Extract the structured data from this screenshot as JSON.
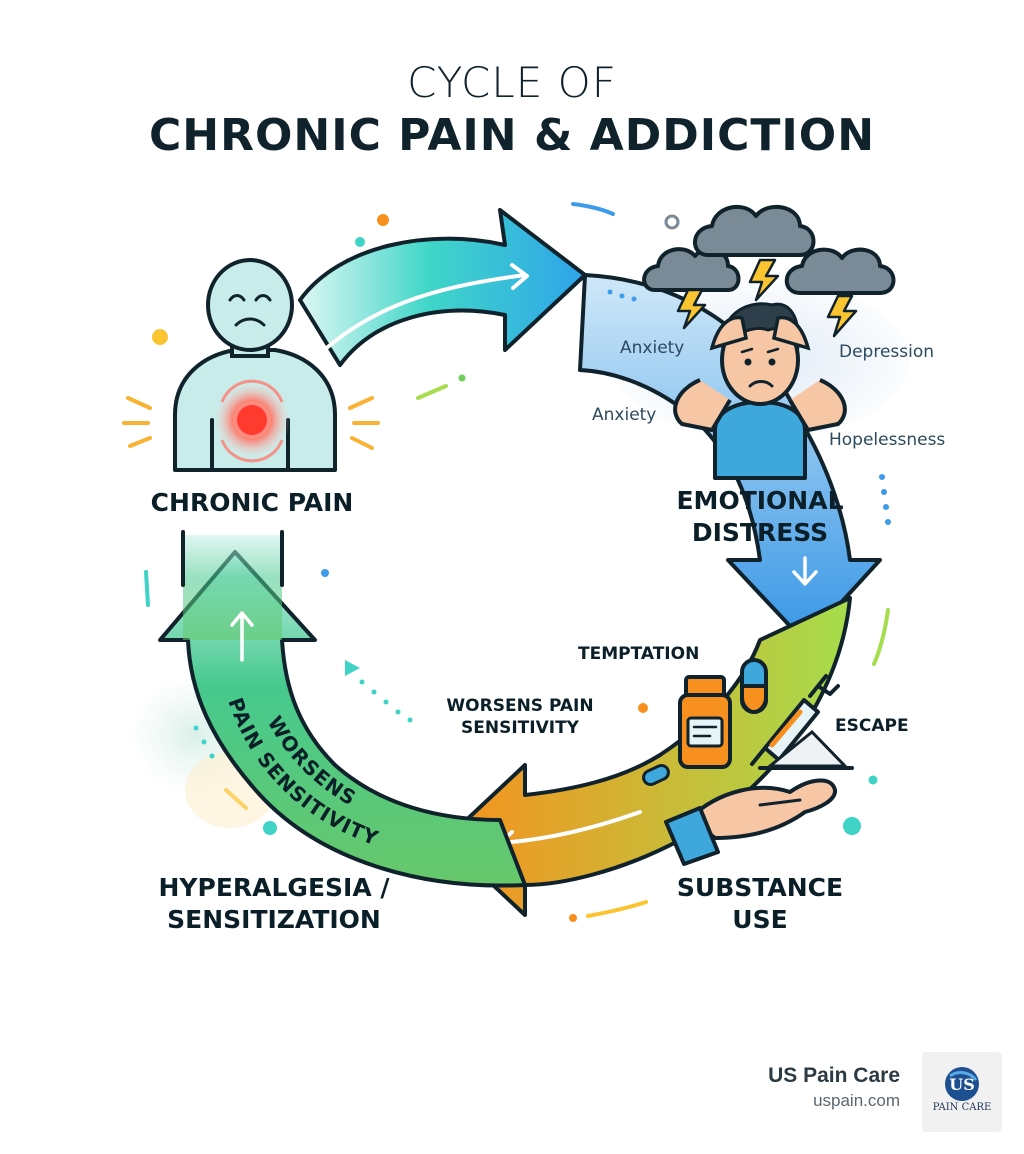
{
  "title": {
    "line1": "CYCLE OF",
    "line2": "CHRONIC PAIN & ADDICTION"
  },
  "stages": {
    "chronic_pain": "CHRONIC PAIN",
    "emotional_distress_1": "EMOTIONAL",
    "emotional_distress_2": "DISTRESS",
    "substance_use_1": "SUBSTANCE",
    "substance_use_2": "USE",
    "hyperalgesia_1": "HYPERALGESIA /",
    "hyperalgesia_2": "SENSITIZATION"
  },
  "emotions": {
    "anxiety_a": "Anxiety",
    "anxiety_b": "Anxiety",
    "depression": "Depression",
    "hopelessness": "Hopelessness"
  },
  "substance_labels": {
    "temptation": "TEMPTATION",
    "escape": "ESCAPE"
  },
  "inner_label_1": "WORSENS PAIN",
  "inner_label_2": "SENSITIVITY",
  "arrow_text_1": "WORSENS",
  "arrow_text_2": "PAIN SENSITIVITY",
  "brand": {
    "name": "US Pain Care",
    "url": "uspain.com",
    "logo_text": "PAIN CARE",
    "logo_mark": "US"
  },
  "colors": {
    "teal": "#3fd3c8",
    "blue": "#3d9be9",
    "green": "#6fcf5b",
    "orange": "#f7901e",
    "dark": "#10222c"
  }
}
